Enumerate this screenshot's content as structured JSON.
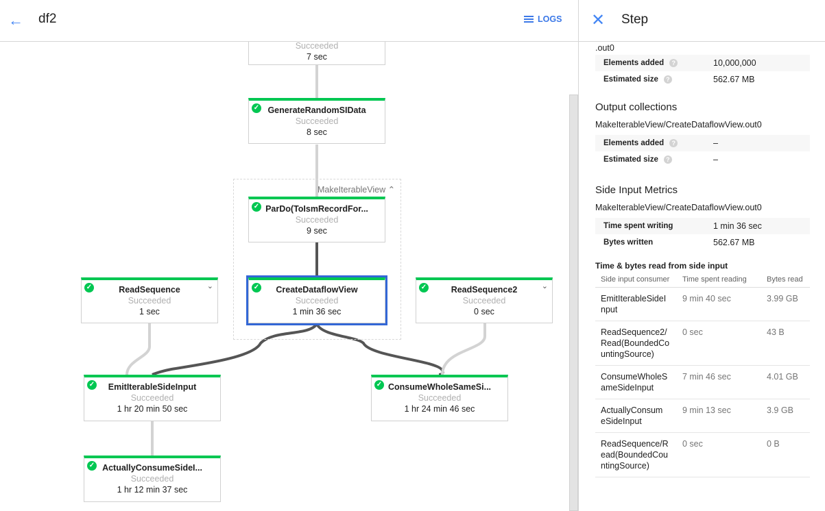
{
  "header": {
    "title": "df2",
    "logs_label": "LOGS"
  },
  "graph": {
    "group_label": "MakeIterableView",
    "nodes": [
      {
        "name": "",
        "status": "Succeeded",
        "time": "7 sec"
      },
      {
        "name": "GenerateRandomSIData",
        "status": "Succeeded",
        "time": "8 sec"
      },
      {
        "name": "ParDo(ToIsmRecordFor...",
        "status": "Succeeded",
        "time": "9 sec"
      },
      {
        "name": "CreateDataflowView",
        "status": "Succeeded",
        "time": "1 min 36 sec"
      },
      {
        "name": "ReadSequence",
        "status": "Succeeded",
        "time": "1 sec"
      },
      {
        "name": "ReadSequence2",
        "status": "Succeeded",
        "time": "0 sec"
      },
      {
        "name": "EmitIterableSideInput",
        "status": "Succeeded",
        "time": "1 hr 20 min 50 sec"
      },
      {
        "name": "ConsumeWholeSameSi...",
        "status": "Succeeded",
        "time": "1 hr 24 min 46 sec"
      },
      {
        "name": "ActuallyConsumeSideI...",
        "status": "Succeeded",
        "time": "1 hr 12 min 37 sec"
      }
    ]
  },
  "panel": {
    "title": "Step",
    "input_partial": ".out0",
    "input_rows": [
      {
        "label": "Elements added",
        "value": "10,000,000"
      },
      {
        "label": "Estimated size",
        "value": "562.67 MB"
      }
    ],
    "output_heading": "Output collections",
    "output_path": "MakeIterableView/CreateDataflowView.out0",
    "output_rows": [
      {
        "label": "Elements added",
        "value": "–"
      },
      {
        "label": "Estimated size",
        "value": "–"
      }
    ],
    "side_heading": "Side Input Metrics",
    "side_path": "MakeIterableView/CreateDataflowView.out0",
    "side_rows": [
      {
        "label": "Time spent writing",
        "value": "1 min 36 sec"
      },
      {
        "label": "Bytes written",
        "value": "562.67 MB"
      }
    ],
    "read_heading": "Time & bytes read from side input",
    "table_headers": [
      "Side input consumer",
      "Time spent reading",
      "Bytes read"
    ],
    "table_rows": [
      [
        "EmitIterableSideI nput",
        "9 min 40 sec",
        "3.99 GB"
      ],
      [
        "ReadSequence2/ Read(BoundedCo untingSource)",
        "0 sec",
        "43 B"
      ],
      [
        "ConsumeWholeS ameSideInput",
        "7 min 46 sec",
        "4.01 GB"
      ],
      [
        "ActuallyConsum eSideInput",
        "9 min 13 sec",
        "3.9 GB"
      ],
      [
        "ReadSequence/R ead(BoundedCou ntingSource)",
        "0 sec",
        "0 B"
      ]
    ]
  },
  "colors": {
    "accent": "#4285f4",
    "success": "#00c752",
    "selected": "#3367d6"
  }
}
